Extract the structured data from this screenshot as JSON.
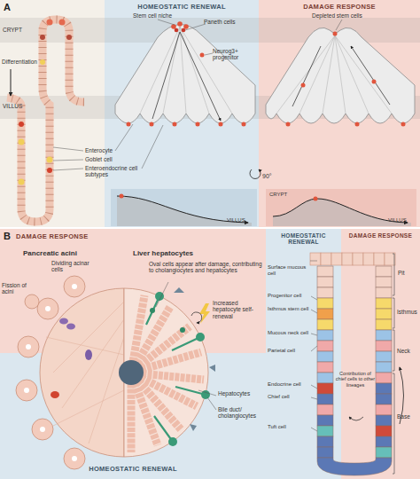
{
  "diagram": {
    "nodes": [
      {
        "text": [
          "A"
        ]
      },
      {
        "text": [
          "HOMEOSTATIC RENEWAL"
        ],
        "in": 0
      },
      {
        "text": [
          "DAMAGE RESPONSE"
        ],
        "in": 0
      },
      {
        "text": [
          "B"
        ]
      },
      {
        "text": [
          "DAMAGE RESPONSE"
        ],
        "in": 3
      },
      {
        "text": [
          "HOMEOSTATIC RENEWAL"
        ],
        "in": 3
      },
      {
        "text": [
          "DAMAGE RESPONSE"
        ],
        "in": 3
      },
      {
        "text": [
          "HOMEOSTATIC RENEWAL"
        ],
        "in": 3
      }
    ],
    "labels": [
      "CRYPT",
      "Differentiation",
      "Stem cell niche",
      "Paneth cells",
      "Depleted stem cells",
      "Neurog3+ progenitor",
      "VILLUS",
      "Enterocyte",
      "Goblet cell",
      "Enteroendocrine cell subtypes",
      "90°",
      "CRYPT",
      "VILLUS",
      "VILLUS",
      "Pancreatic acini",
      "Liver hepatocytes",
      "Dividing acinar cells",
      "Fission of acini",
      "Oval cells appear after damage, contributing to cholangiocytes and hepatocytes",
      "Increased hepatocyte self-renewal",
      "Hepatocytes",
      "Bile duct/ cholangiocytes",
      "Surface mucous cell",
      "Pit",
      "Progenitor cell",
      "Isthmus stem cell",
      "Isthmus",
      "Mucous neck cell",
      "Neck",
      "Parietal cell",
      "Contribution of chief cells to other lineages",
      "Endocrine cell",
      "Chief cell",
      "Base",
      "Tuft cell"
    ]
  }
}
